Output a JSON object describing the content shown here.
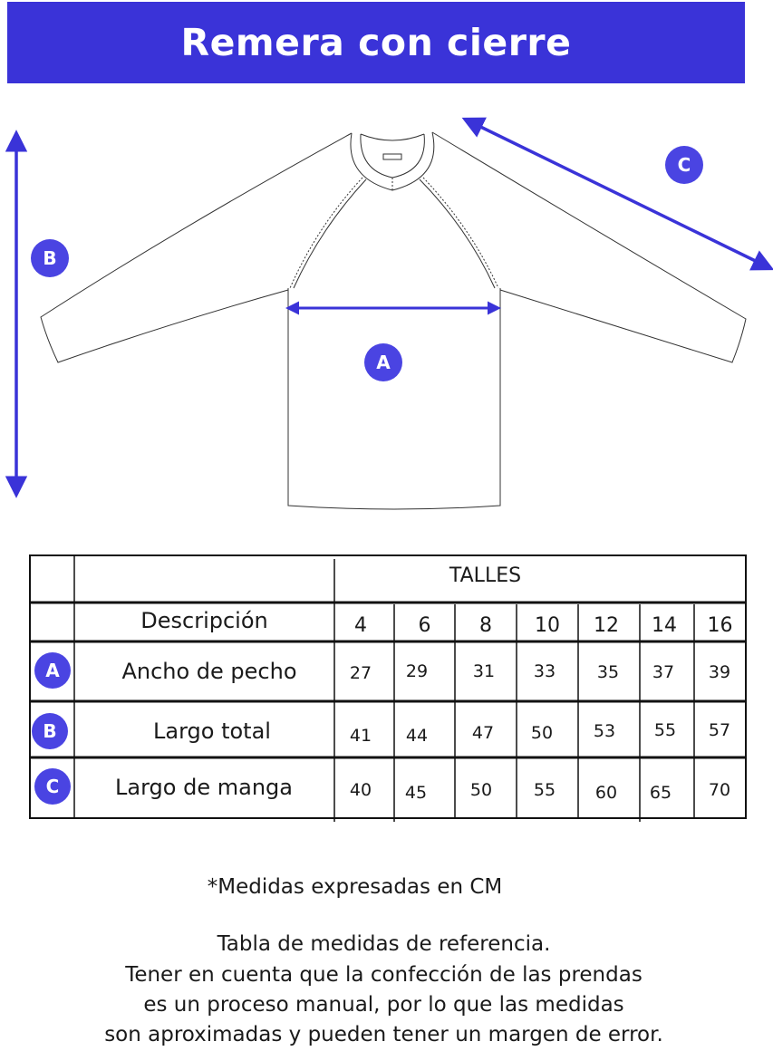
{
  "title": "Remera con cierre",
  "accent_color": "#3a33d8",
  "diagram": {
    "badge_a": "A",
    "badge_b": "B",
    "badge_c": "C"
  },
  "table": {
    "group_header": "TALLES",
    "description_header": "Descripción",
    "sizes": [
      "4",
      "6",
      "8",
      "10",
      "12",
      "14",
      "16"
    ],
    "rows": [
      {
        "key": "A",
        "label": "Ancho de pecho",
        "values": [
          "27",
          "29",
          "31",
          "33",
          "35",
          "37",
          "39"
        ]
      },
      {
        "key": "B",
        "label": "Largo total",
        "values": [
          "41",
          "44",
          "47",
          "50",
          "53",
          "55",
          "57"
        ]
      },
      {
        "key": "C",
        "label": "Largo de manga",
        "values": [
          "40",
          "45",
          "50",
          "55",
          "60",
          "65",
          "70"
        ]
      }
    ]
  },
  "footnote": "*Medidas expresadas en CM",
  "disclaimer": [
    "Tabla de medidas de referencia.",
    "Tener en cuenta que la confección de las prendas",
    "es un proceso manual, por lo que las medidas",
    "son aproximadas y pueden tener un margen de error."
  ]
}
